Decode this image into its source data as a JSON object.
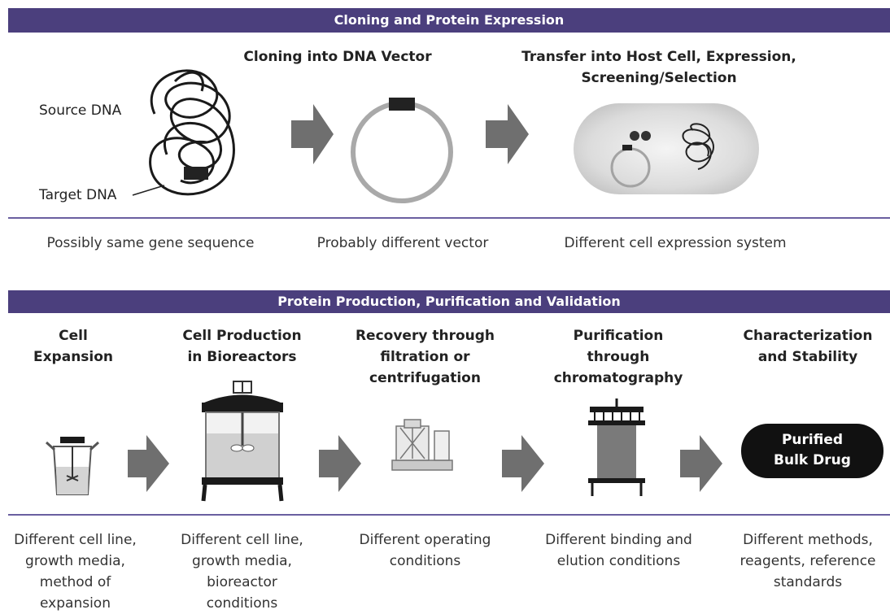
{
  "top": {
    "banner": "Cloning and Protein Expression",
    "steps": [
      {
        "heading": "Cloning into DNA Vector"
      },
      {
        "heading": "Transfer into Host Cell, Expression,\nScreening/Selection"
      }
    ],
    "labels": {
      "source": "Source DNA",
      "target": "Target DNA"
    },
    "notes": [
      "Possibly same gene sequence",
      "Probably different vector",
      "Different cell expression system"
    ]
  },
  "bottom": {
    "banner": "Protein Production, Purification and Validation",
    "steps": [
      {
        "heading": "Cell\nExpansion",
        "note": "Different cell line,\ngrowth media,\nmethod of\nexpansion"
      },
      {
        "heading": "Cell Production\nin Bioreactors",
        "note": "Different cell line,\ngrowth media,\nbioreactor\nconditions"
      },
      {
        "heading": "Recovery through\nfiltration or\ncentrifugation",
        "note": "Different operating\nconditions"
      },
      {
        "heading": "Purification\nthrough\nchromatography",
        "note": "Different binding and\nelution conditions"
      },
      {
        "heading": "Characterization\nand Stability",
        "note": "Different methods,\nreagents, reference\nstandards"
      }
    ],
    "product": "Purified\nBulk Drug"
  },
  "colors": {
    "banner": "#4b3f7d",
    "arrow": "#6f6f6f",
    "ring": "#a9a9a9",
    "product": "#111111"
  }
}
